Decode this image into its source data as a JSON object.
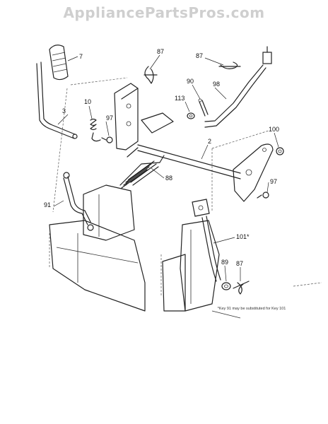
{
  "watermark": "AppliancePartsPros.com",
  "callouts": [
    {
      "id": "c7",
      "label": "7"
    },
    {
      "id": "c87a",
      "label": "87"
    },
    {
      "id": "c87b",
      "label": "87"
    },
    {
      "id": "c90",
      "label": "90"
    },
    {
      "id": "c98",
      "label": "98"
    },
    {
      "id": "c113",
      "label": "113"
    },
    {
      "id": "c10",
      "label": "10"
    },
    {
      "id": "c3",
      "label": "3"
    },
    {
      "id": "c97a",
      "label": "97"
    },
    {
      "id": "c2",
      "label": "2"
    },
    {
      "id": "c100",
      "label": "100"
    },
    {
      "id": "c88",
      "label": "88"
    },
    {
      "id": "c97b",
      "label": "97"
    },
    {
      "id": "c91",
      "label": "91"
    },
    {
      "id": "c101",
      "label": "101*"
    },
    {
      "id": "c89",
      "label": "89"
    },
    {
      "id": "c87c",
      "label": "87"
    }
  ],
  "footnote": "*Key 91 may be substituted for Key 101"
}
